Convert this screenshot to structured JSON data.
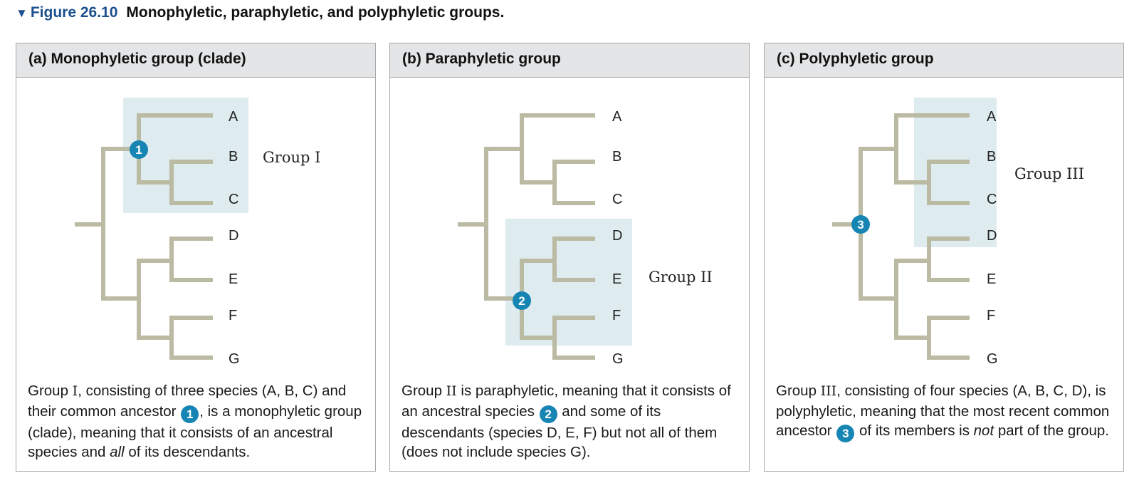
{
  "figure": {
    "label": "Figure 26.10",
    "caption": "Monophyletic, paraphyletic, and polyphyletic groups.",
    "marker_color": "#1785b3",
    "branch_color": "#bbbaa3",
    "highlight_color": "#deebef"
  },
  "leaves": [
    "A",
    "B",
    "C",
    "D",
    "E",
    "F",
    "G"
  ],
  "panels": [
    {
      "id": "a",
      "header": "(a) Monophyletic group (clade)",
      "group_label": "Group I",
      "marker": "1",
      "desc": {
        "p1": "Group ",
        "p2": "I",
        "p3": ", consisting of three species (A, B, C) and their common ancestor ",
        "p4": ", is a monophyletic group (clade), meaning that it consists of an ancestral species and ",
        "p5": "all",
        "p6": " of its descendants."
      }
    },
    {
      "id": "b",
      "header": "(b) Paraphyletic group",
      "group_label": "Group II",
      "marker": "2",
      "desc": {
        "p1": "Group ",
        "p2": "II",
        "p3": " is paraphyletic, meaning that it consists of an ancestral species ",
        "p4": " and some of its descendants (species D, E, F) but not all of them (does not include species G)."
      }
    },
    {
      "id": "c",
      "header": "(c) Polyphyletic group",
      "group_label": "Group III",
      "marker": "3",
      "desc": {
        "p1": "Group ",
        "p2": "III",
        "p3": ", consisting of four species (A, B, C, D), is polyphyletic, meaning that the most recent common ancestor ",
        "p4": " of its members is ",
        "p5": "not",
        "p6": " part of the group."
      }
    }
  ]
}
